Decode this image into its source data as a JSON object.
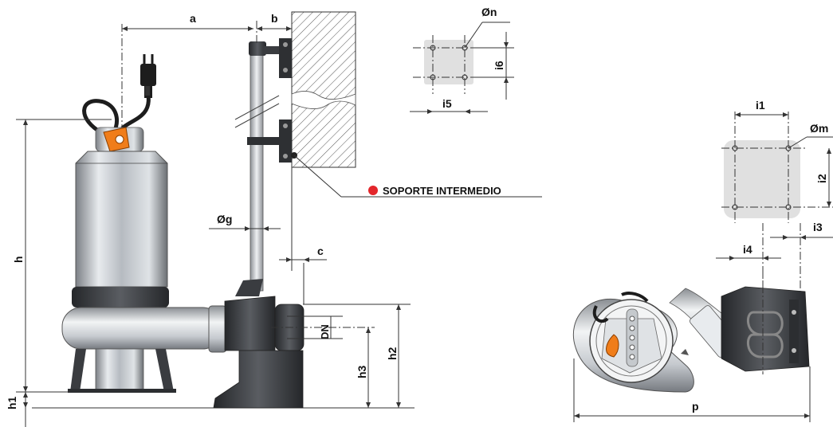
{
  "labels": {
    "a": "a",
    "b": "b",
    "c": "c",
    "h": "h",
    "h1": "h1",
    "h2": "h2",
    "h3": "h3",
    "dn": "DN",
    "og": "Øg",
    "on": "Øn",
    "om": "Øm",
    "i1": "i1",
    "i2": "i2",
    "i3": "i3",
    "i4": "i4",
    "i5": "i5",
    "i6": "i6",
    "p": "p"
  },
  "callout": {
    "text": "SOPORTE INTERMEDIO",
    "marker_color": "#e3262b"
  },
  "colors": {
    "accent_orange": "#f07d1a",
    "body_metal": "#c8cdd2",
    "dark_metal": "#3a3c40",
    "pad_gray": "#e0e0e0"
  }
}
